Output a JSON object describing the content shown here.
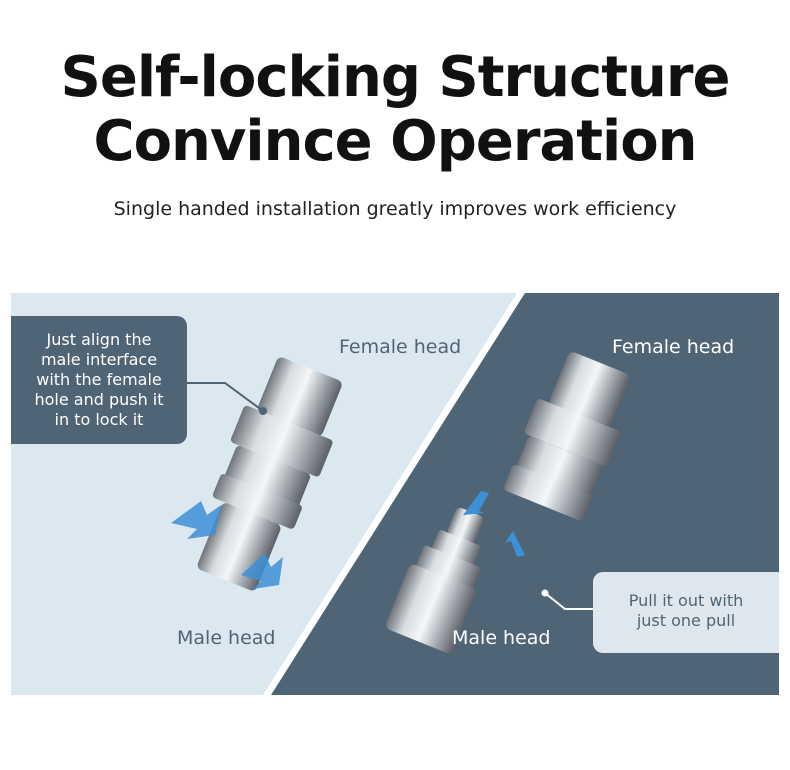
{
  "header": {
    "title_line1": "Self-locking Structure",
    "title_line2": "Convince Operation",
    "subtitle": "Single handed installation greatly improves work efficiency"
  },
  "left_panel": {
    "callout_lines": [
      "Just align the",
      "male interface",
      "with the female",
      "hole and push it",
      "in to lock it"
    ],
    "female_label": "Female head",
    "male_label": "Male head"
  },
  "right_panel": {
    "callout_lines": [
      "Pull it out with",
      "just one pull"
    ],
    "female_label": "Female head",
    "male_label": "Male head"
  },
  "colors": {
    "light_bg": "#dce8f0",
    "dark_bg": "#4f6576",
    "arrow": "#3d8fd6"
  }
}
